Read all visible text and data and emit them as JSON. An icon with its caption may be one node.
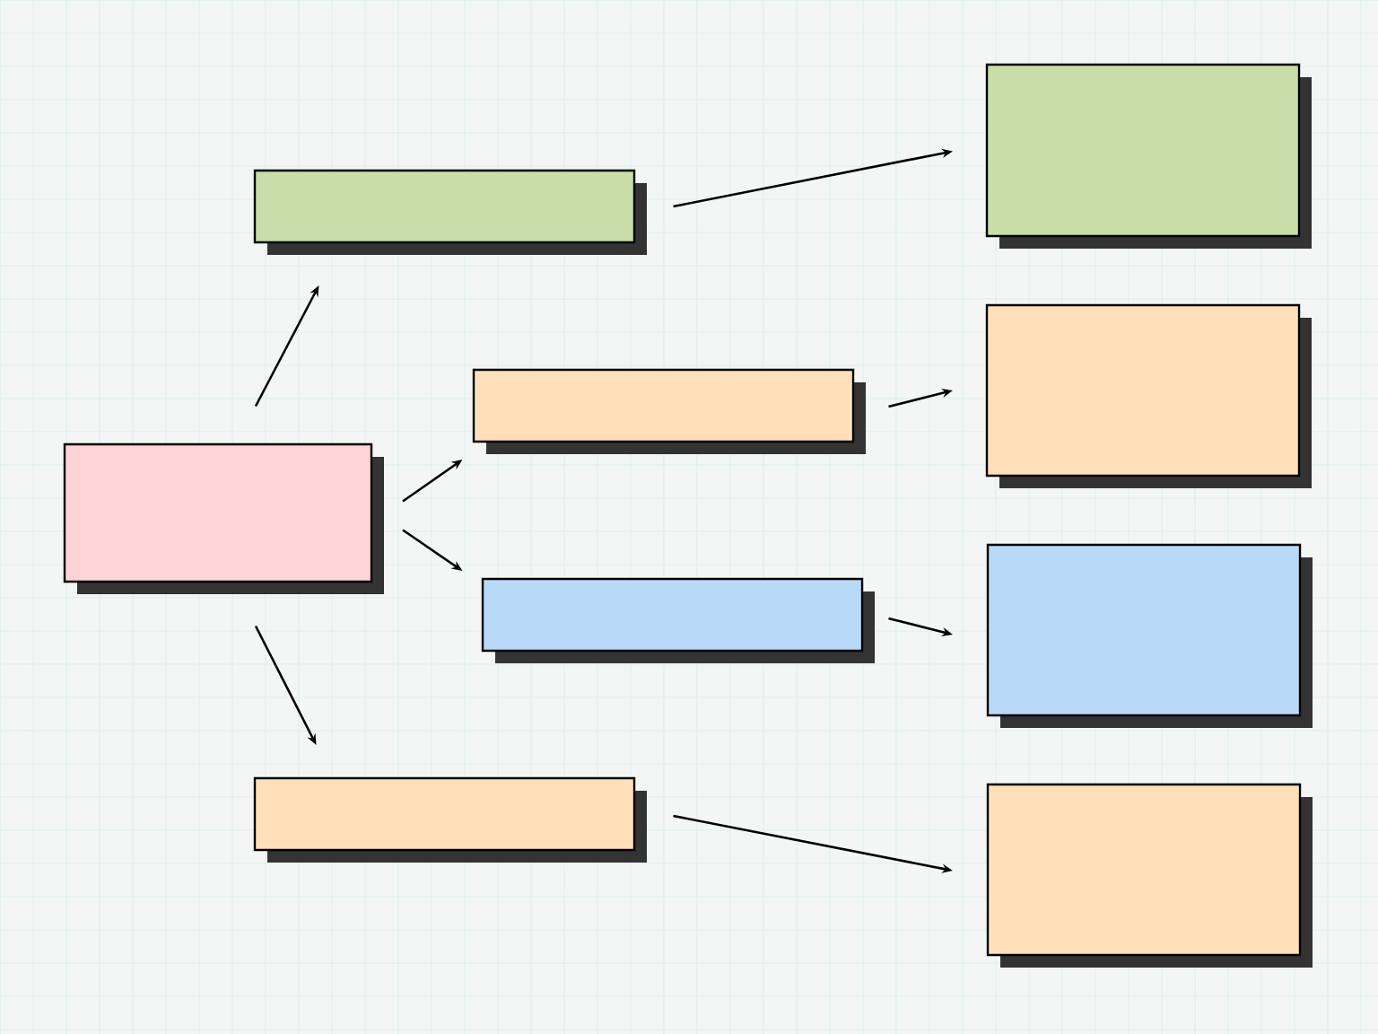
{
  "diagram": {
    "nodes": [
      {
        "text": [],
        "shape": "box"
      },
      {
        "text": [],
        "shape": "box"
      },
      {
        "text": [],
        "shape": "box"
      },
      {
        "text": [],
        "shape": "box"
      },
      {
        "text": [],
        "shape": "box"
      },
      {
        "text": [],
        "shape": "box"
      },
      {
        "text": [],
        "shape": "box"
      },
      {
        "text": [],
        "shape": "box"
      },
      {
        "text": [],
        "shape": "box"
      }
    ],
    "edges": [
      {
        "from": 0,
        "to": 1,
        "arrow": "to"
      },
      {
        "from": 0,
        "to": 2,
        "arrow": "to"
      },
      {
        "from": 0,
        "to": 3,
        "arrow": "to"
      },
      {
        "from": 0,
        "to": 4,
        "arrow": "to"
      },
      {
        "from": 1,
        "to": 5,
        "arrow": "to"
      },
      {
        "from": 2,
        "to": 6,
        "arrow": "to"
      },
      {
        "from": 3,
        "to": 7,
        "arrow": "to"
      },
      {
        "from": 4,
        "to": 8,
        "arrow": "to"
      }
    ]
  }
}
